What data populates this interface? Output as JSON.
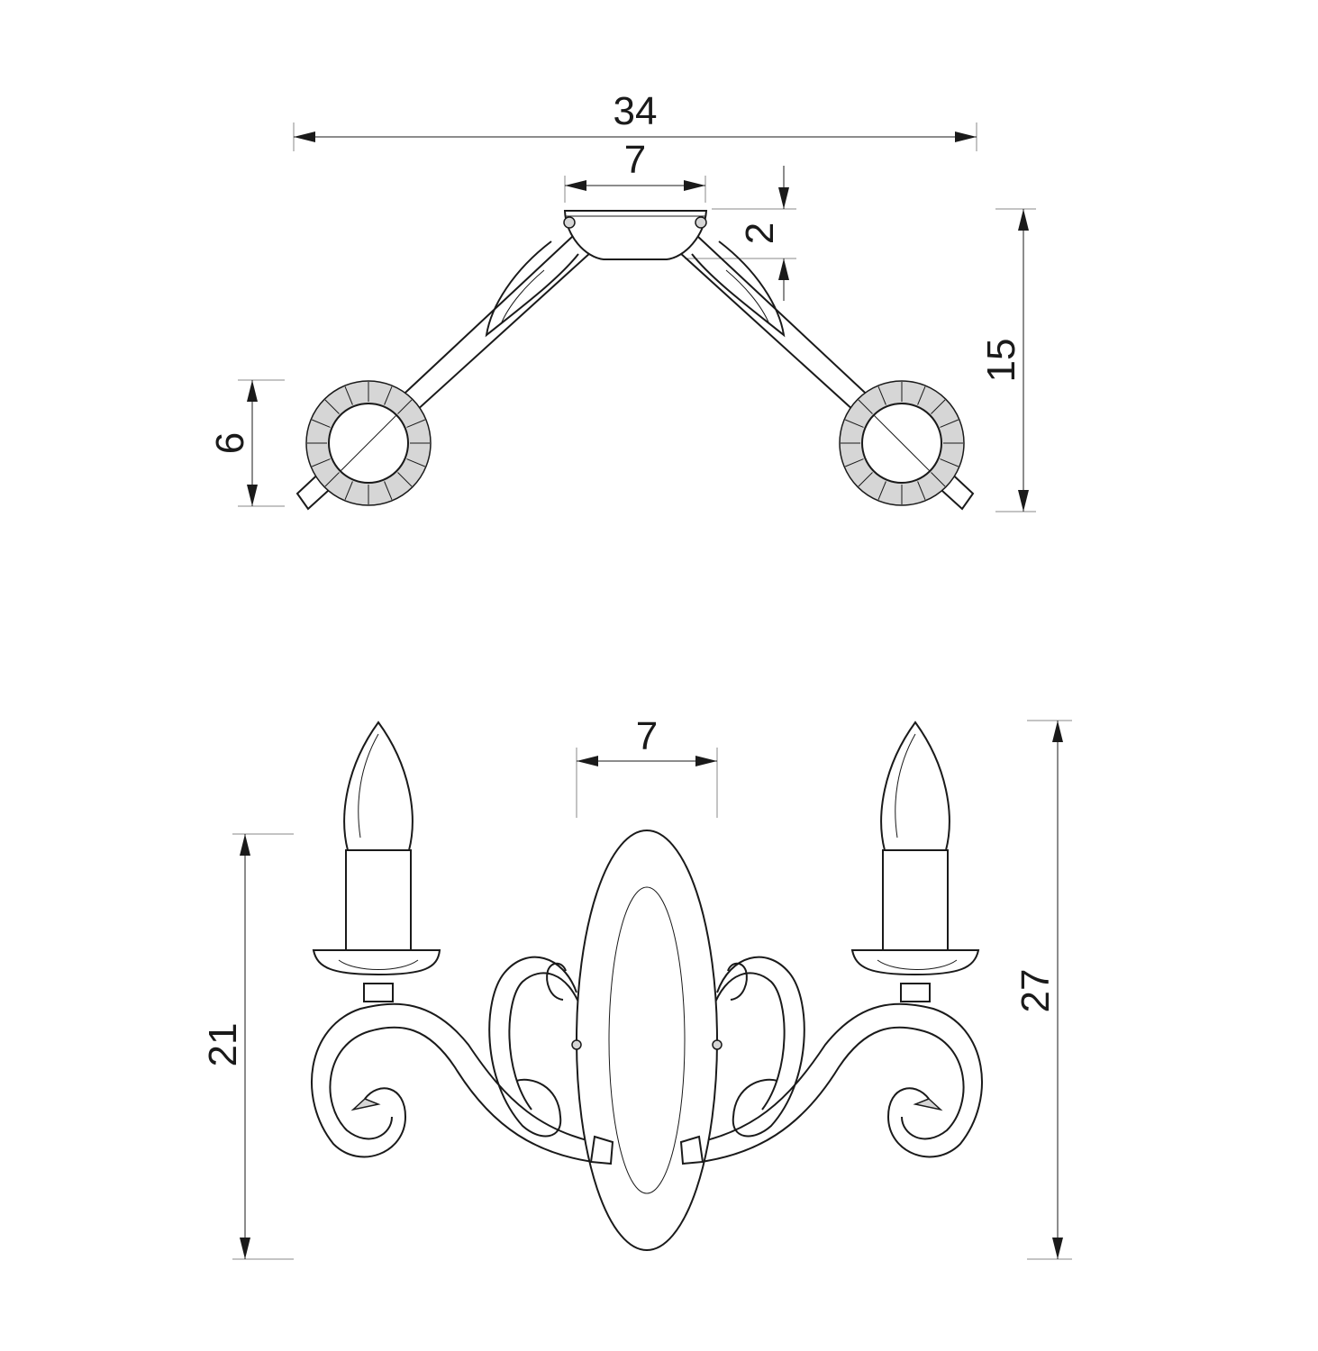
{
  "top_view": {
    "overall_width": "34",
    "base_width": "7",
    "base_height": "2",
    "depth": "15",
    "cup_diameter": "6"
  },
  "front_view": {
    "plate_width": "7",
    "arm_height": "21",
    "total_height": "27"
  },
  "colors": {
    "line": "#1a1a1a",
    "extension": "#8a8a8a",
    "shade": "#d6d6d6",
    "background": "#ffffff"
  }
}
